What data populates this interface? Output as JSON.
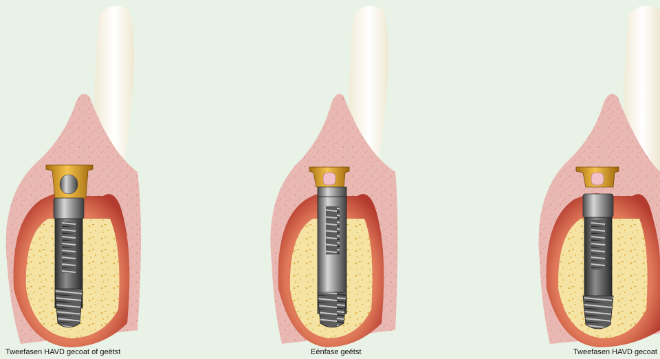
{
  "captions": {
    "left": "Tweefasen HAVD gecoat of geëtst",
    "middle": "Eénfase geëtst",
    "right": "Tweefasen HAVD gecoat"
  },
  "colors": {
    "background": "#e9f2e6",
    "gingiva": "#e8b4b0",
    "bone_outer": "#c9453a",
    "bone_inner": "#f6e6a8",
    "tooth_crown": "#fbf8ef",
    "abutment_gold": "#d99a1e",
    "implant_metal": "#8a8a8a"
  }
}
